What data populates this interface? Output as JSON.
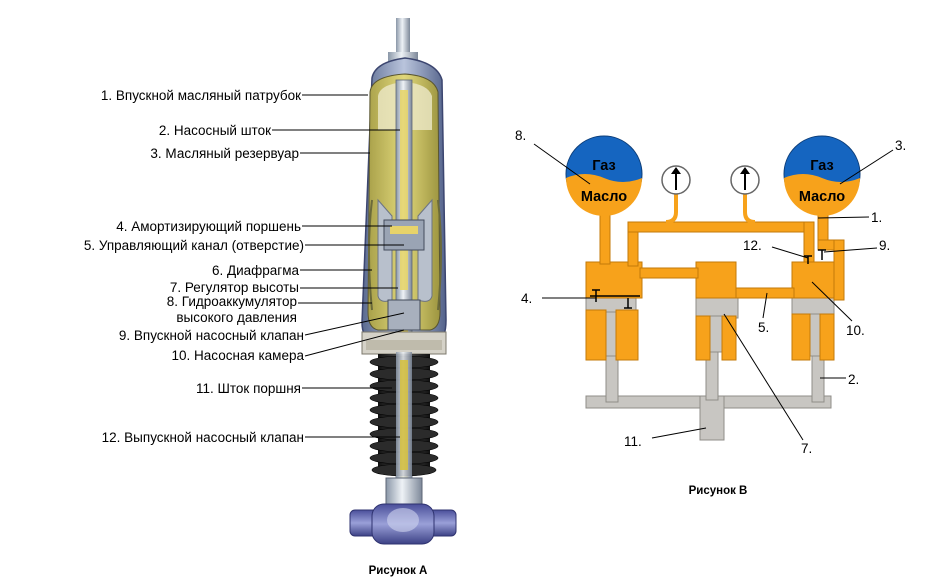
{
  "figure_a": {
    "caption": "Рисунок А",
    "labels": [
      "1. Впускной масляный патрубок",
      "2. Насосный шток",
      "3. Масляный резервуар",
      "4. Амортизирующий поршень",
      "5. Управляющий канал (отверстие)",
      "6. Диафрагма",
      "7. Регулятор высоты",
      "8. Гидроаккумулятор",
      "высокого давления",
      "9. Впускной насосный клапан",
      "10. Насосная камера",
      "11. Шток поршня",
      "12. Выпускной насосный клапан"
    ]
  },
  "figure_b": {
    "caption": "Рисунок B",
    "gas_label": "Газ",
    "oil_label": "Масло",
    "numbers": [
      "8.",
      "3.",
      "1.",
      "12.",
      "9.",
      "4.",
      "5.",
      "10.",
      "2.",
      "11.",
      "7."
    ]
  },
  "colors": {
    "orange": "#f7a21b",
    "blue": "#1565c0",
    "grey": "#c8c6c2",
    "yellow_oil": "#c9bd4a",
    "bellows": "#2a2a2a"
  }
}
